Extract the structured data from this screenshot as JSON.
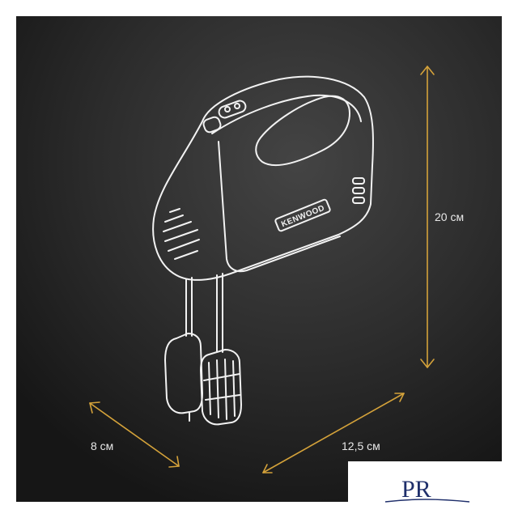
{
  "dimensions": {
    "height_label": "20 см",
    "depth_label": "8 см",
    "width_label": "12,5 см"
  },
  "product": {
    "brand_text": "KENWOOD"
  },
  "logo": {
    "text": "PR"
  },
  "colors": {
    "background_dark": "#1e1e1e",
    "background_light": "#3b3b3b",
    "outline": "#f2f2f2",
    "dimension_arrow": "#d4a23a",
    "label": "#e8e8e8",
    "logo_blue": "#1f2f6b"
  }
}
